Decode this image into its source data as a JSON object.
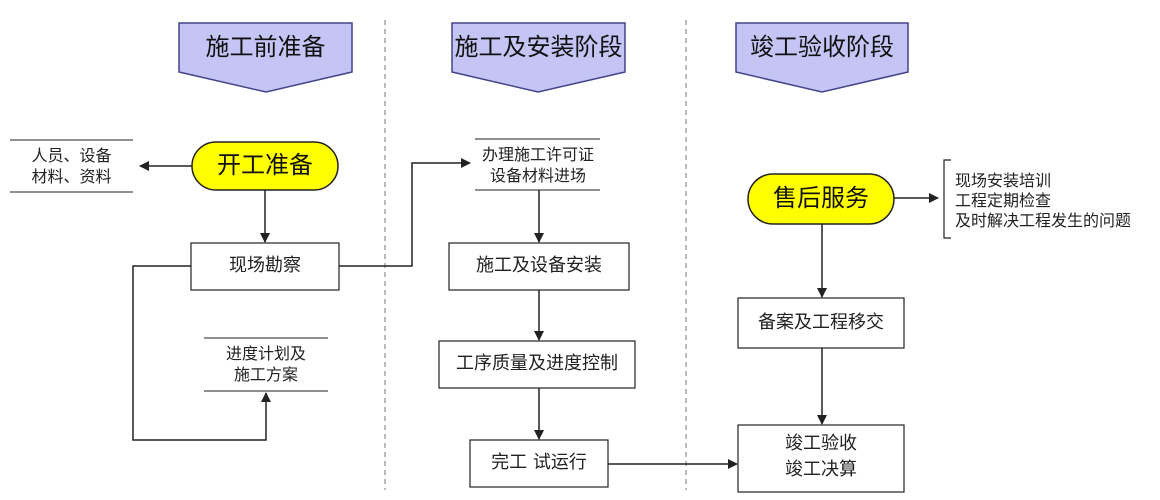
{
  "phases": {
    "prep": "施工前准备",
    "build": "施工及安装阶段",
    "accept": "竣工验收阶段"
  },
  "prep": {
    "start_label": "开工准备",
    "resources_line1": "人员、设备",
    "resources_line2": "材料、资料",
    "survey": "现场勘察",
    "plan_line1": "进度计划及",
    "plan_line2": "施工方案"
  },
  "build": {
    "permit_line1": "办理施工许可证",
    "permit_line2": "设备材料进场",
    "install": "施工及设备安装",
    "control": "工序质量及进度控制",
    "trial": "完工 试运行"
  },
  "accept": {
    "service_label": "售后服务",
    "service_items": [
      "现场安装培训",
      "工程定期检查",
      "及时解决工程发生的问题"
    ],
    "handover": "备案及工程移交",
    "final_line1": "竣工验收",
    "final_line2": "竣工决算"
  },
  "colors": {
    "header_fill": "#c5c5f5",
    "header_stroke": "#44448a",
    "oval_fill": "#ffff00",
    "line": "#222222",
    "divider": "#777777"
  }
}
